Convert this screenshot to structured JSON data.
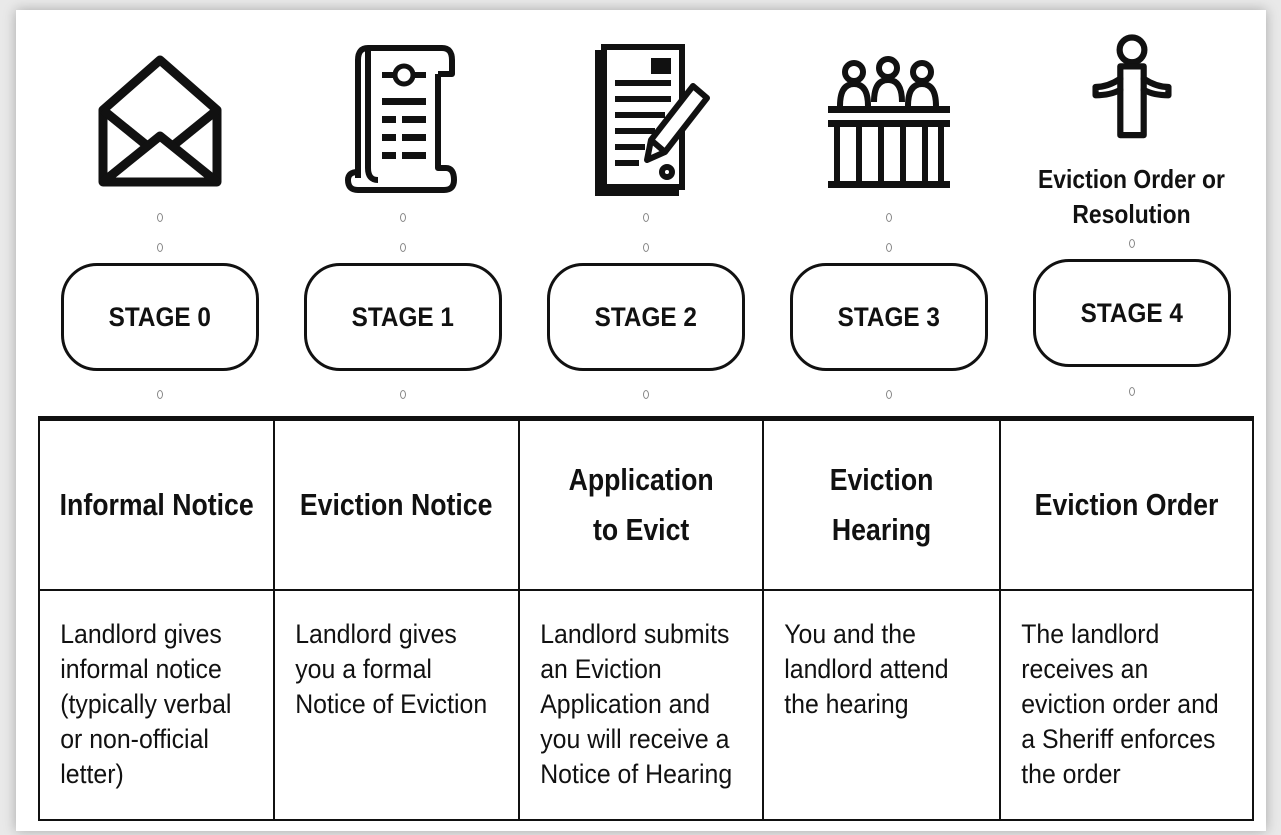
{
  "stages": [
    {
      "icon": "envelope-icon",
      "stage_label": "STAGE 0",
      "heading": "Informal Notice",
      "description": "Landlord gives informal notice (typically verbal or non-official letter)",
      "caption": ""
    },
    {
      "icon": "scroll-icon",
      "stage_label": "STAGE 1",
      "heading": "Eviction Notice",
      "description": "Landlord gives you a formal Notice of Eviction",
      "caption": ""
    },
    {
      "icon": "document-pen-icon",
      "stage_label": "STAGE 2",
      "heading": "Application to Evict",
      "description": "Landlord submits an Eviction Application and you will receive a Notice of Hearing",
      "caption": ""
    },
    {
      "icon": "hearing-panel-icon",
      "stage_label": "STAGE 3",
      "heading": "Eviction Hearing",
      "description": "You and the landlord attend the hearing",
      "caption": ""
    },
    {
      "icon": "person-shrug-icon",
      "stage_label": "STAGE 4",
      "heading": "Eviction Order",
      "description": "The landlord receives an eviction order and a Sheriff enforces the order",
      "caption": "Eviction Order or Resolution"
    }
  ],
  "colors": {
    "ink": "#111111",
    "paper": "#ffffff",
    "connector": "#888888"
  }
}
